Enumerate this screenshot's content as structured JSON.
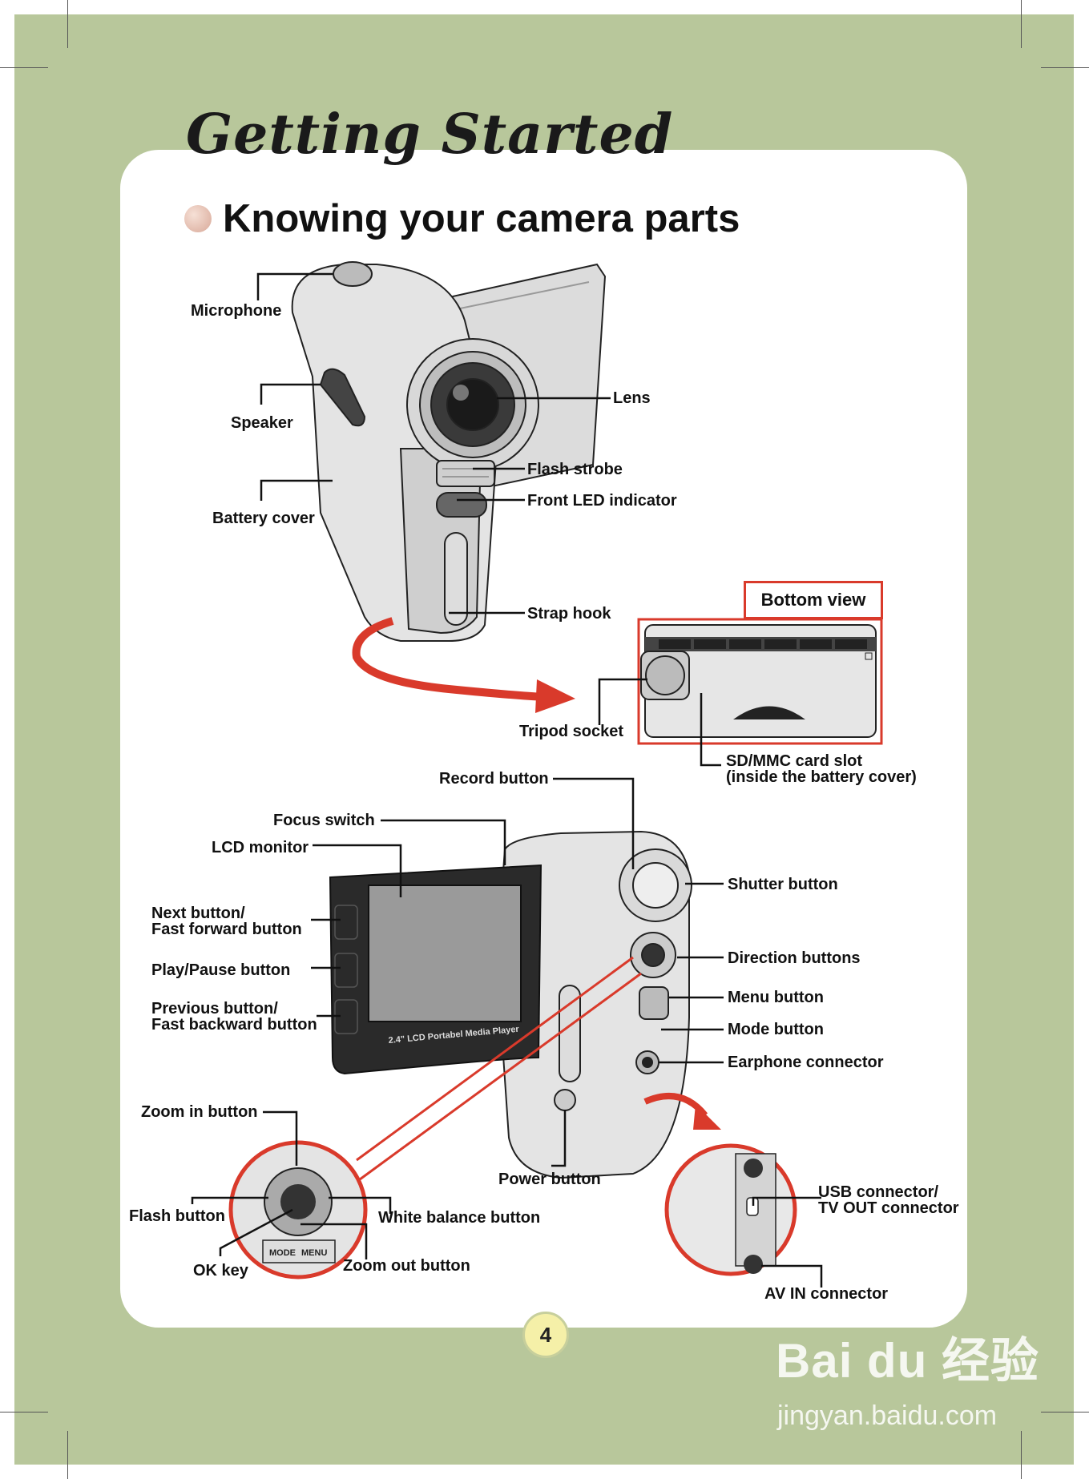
{
  "page": {
    "title": "Getting Started",
    "subtitle": "Knowing your camera parts",
    "page_number": "4"
  },
  "top_labels": {
    "microphone": "Microphone",
    "speaker": "Speaker",
    "battery_cover": "Battery cover",
    "lens": "Lens",
    "flash_strobe": "Flash strobe",
    "front_led": "Front LED indicator",
    "strap_hook": "Strap hook"
  },
  "bottom_view": {
    "title": "Bottom view",
    "tripod_socket": "Tripod socket",
    "sd_slot": "SD/MMC card slot\n(inside the battery cover)"
  },
  "back_labels": {
    "record_button": "Record button",
    "focus_switch": "Focus switch",
    "lcd_monitor": "LCD monitor",
    "next_button": "Next button/\nFast forward button",
    "play_pause": "Play/Pause button",
    "previous_button": "Previous button/\nFast backward button",
    "shutter_button": "Shutter button",
    "direction_buttons": "Direction buttons",
    "menu_button": "Menu button",
    "mode_button": "Mode button",
    "earphone": "Earphone connector",
    "power_button": "Power button",
    "lcd_caption": "2.4\" LCD Portabel Media Player"
  },
  "zoom_detail": {
    "zoom_in": "Zoom in button",
    "flash_button": "Flash button",
    "white_balance": "White balance button",
    "ok_key": "OK key",
    "zoom_out": "Zoom out button",
    "mode_tag": "MODE",
    "menu_tag": "MENU"
  },
  "connector_detail": {
    "usb_tv": "USB connector/\nTV OUT connector",
    "av_in": "AV IN connector"
  },
  "watermark": {
    "brand": "Bai du 经验",
    "url": "jingyan.baidu.com"
  },
  "colors": {
    "background_green": "#b8c79b",
    "accent_red": "#d93a2b",
    "page_badge": "#f5f0a8"
  }
}
